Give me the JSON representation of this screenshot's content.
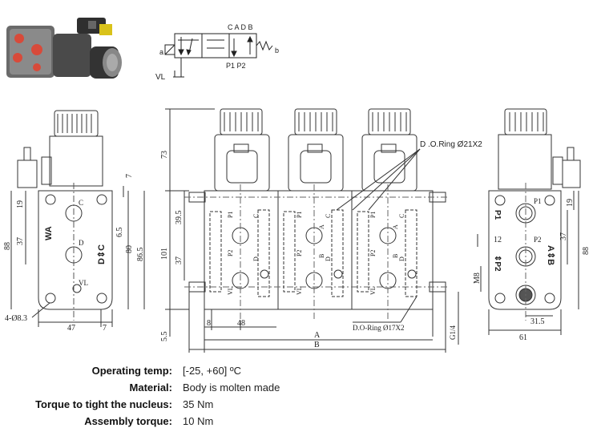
{
  "schematic": {
    "ports_top": "C A D B",
    "port_a": "a",
    "port_b": "b",
    "ports_bottom": "P1  P2",
    "vl": "VL"
  },
  "side_view": {
    "dims_left": [
      "19",
      "88",
      "37"
    ],
    "dims_right": [
      "7",
      "6.5",
      "80",
      "86.5"
    ],
    "dims_bottom": [
      "47",
      "7"
    ],
    "holes": "4-Ø8.3",
    "port_labels": [
      "C",
      "D",
      "VL"
    ],
    "wa": "WA",
    "dc": "D⇕C"
  },
  "front_view": {
    "dims_left": [
      "73",
      "39.5",
      "101",
      "37",
      "5.5"
    ],
    "dims_bottom": [
      "8",
      "48",
      "A",
      "B"
    ],
    "oring_top": "D .O.Ring Ø21X2",
    "oring_bottom": "D.O-Ring Ø17X2",
    "g14": "G1/4",
    "labels_p1": "P1",
    "labels_p2": "P2",
    "labels_c": "C",
    "labels_a": "A",
    "labels_d": "D",
    "labels_b": "B",
    "labels_vl": "VL"
  },
  "end_view": {
    "dims_left": [
      "12",
      "M8"
    ],
    "dims_right": [
      "19",
      "37",
      "88"
    ],
    "dims_bottom": [
      "31.5",
      "61"
    ],
    "p1": "P1",
    "p2": "P2",
    "p1_arrow": "P1",
    "p2_arrow": "⇕P2",
    "ab": "A⇕B"
  },
  "specs": [
    {
      "key": "Operating temp:",
      "value": "[-25, +60] ºC"
    },
    {
      "key": "Material:",
      "value": "Body is molten made"
    },
    {
      "key": "Torque to tight the nucleus:",
      "value": "35 Nm"
    },
    {
      "key": "Assembly torque:",
      "value": "10 Nm"
    }
  ]
}
